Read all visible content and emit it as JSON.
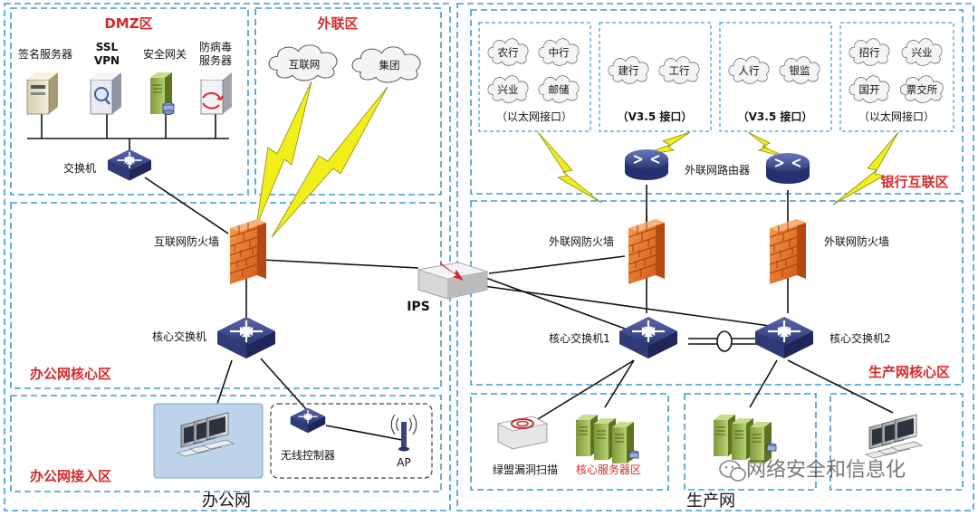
{
  "diagram": {
    "zones": {
      "dmz": "DMZ区",
      "external": "外联区",
      "office_core": "办公网核心区",
      "office_access": "办公网接入区",
      "bank_interconnect": "银行互联区",
      "prod_core": "生产网核心区"
    },
    "networks": {
      "office": "办公网",
      "production": "生产网"
    },
    "dmz_devices": {
      "sign_server": "签名服务器",
      "ssl_vpn_line1": "SSL",
      "ssl_vpn_line2": "VPN",
      "security_gateway": "安全网关",
      "av_server_line1": "防病毒",
      "av_server_line2": "服务器",
      "switch": "交换机"
    },
    "external_clouds": {
      "internet": "互联网",
      "group": "集团"
    },
    "office_devices": {
      "internet_firewall": "互联网防火墙",
      "core_switch": "核心交换机",
      "wireless_controller": "无线控制器",
      "ap": "AP"
    },
    "ips": "IPS",
    "bank_groups": [
      {
        "banks": [
          "农行",
          "中行",
          "兴业",
          "邮储"
        ],
        "interface": "（以太网接口）"
      },
      {
        "banks": [
          "建行",
          "工行"
        ],
        "interface": "（V3.5 接口）"
      },
      {
        "banks": [
          "人行",
          "银监"
        ],
        "interface": "（V3.5 接口）"
      },
      {
        "banks": [
          "招行",
          "兴业",
          "国开",
          "票交所"
        ],
        "interface": "（以太网接口）"
      }
    ],
    "production_devices": {
      "ext_router": "外联网路由器",
      "ext_firewall_left": "外联网防火墙",
      "ext_firewall_right": "外联网防火墙",
      "core_switch_1": "核心交换机1",
      "core_switch_2": "核心交换机2",
      "vuln_scan": "绿盟漏洞扫描",
      "core_server_zone": "核心服务器区"
    },
    "watermark": "网络安全和信息化",
    "colors": {
      "zone_border": "#3d9ad6",
      "zone_label": "#d42a2a",
      "switch": "#3c4a8a",
      "firewall": "#e8742a",
      "lightning": "#f2ee1a"
    }
  }
}
